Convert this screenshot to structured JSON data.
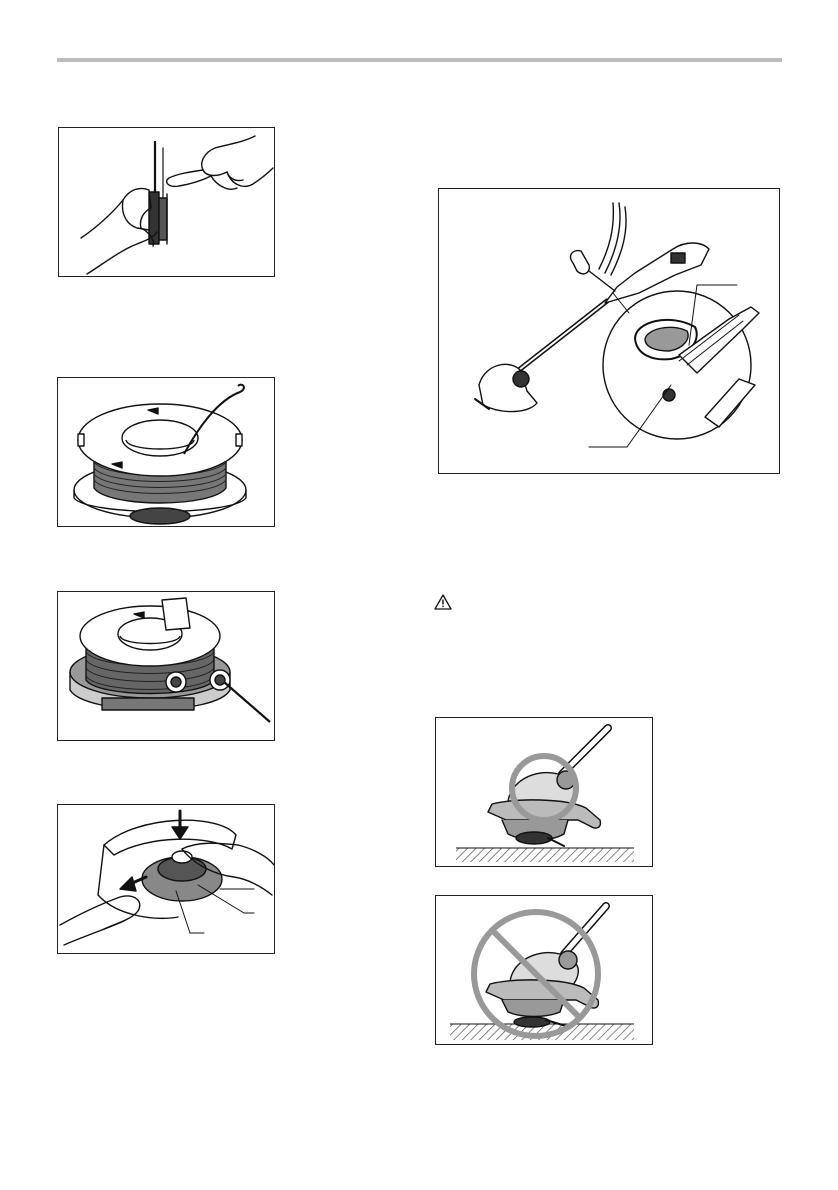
{
  "page": {
    "figures": [
      {
        "id": "fig-1",
        "subject": "line-wind-hands"
      },
      {
        "id": "fig-2",
        "subject": "spool-line-wound"
      },
      {
        "id": "fig-3",
        "subject": "spool-in-cover-line-out"
      },
      {
        "id": "fig-4",
        "subject": "spool-install-press"
      },
      {
        "id": "fig-5",
        "subject": "trimmer-with-callouts"
      },
      {
        "id": "fig-6",
        "subject": "correct-position"
      },
      {
        "id": "fig-7",
        "subject": "wrong-position"
      }
    ],
    "icons": {
      "warning": "warning-icon"
    }
  }
}
